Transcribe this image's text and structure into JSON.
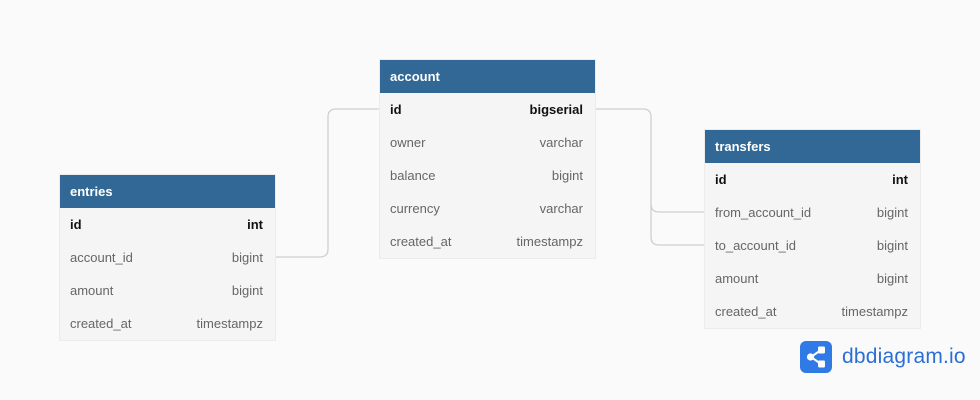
{
  "tables": [
    {
      "id": "entries",
      "title": "entries",
      "fields": [
        {
          "name": "id",
          "type": "int",
          "pk": true
        },
        {
          "name": "account_id",
          "type": "bigint",
          "pk": false
        },
        {
          "name": "amount",
          "type": "bigint",
          "pk": false
        },
        {
          "name": "created_at",
          "type": "timestampz",
          "pk": false
        }
      ]
    },
    {
      "id": "account",
      "title": "account",
      "fields": [
        {
          "name": "id",
          "type": "bigserial",
          "pk": true
        },
        {
          "name": "owner",
          "type": "varchar",
          "pk": false
        },
        {
          "name": "balance",
          "type": "bigint",
          "pk": false
        },
        {
          "name": "currency",
          "type": "varchar",
          "pk": false
        },
        {
          "name": "created_at",
          "type": "timestampz",
          "pk": false
        }
      ]
    },
    {
      "id": "transfers",
      "title": "transfers",
      "fields": [
        {
          "name": "id",
          "type": "int",
          "pk": true
        },
        {
          "name": "from_account_id",
          "type": "bigint",
          "pk": false
        },
        {
          "name": "to_account_id",
          "type": "bigint",
          "pk": false
        },
        {
          "name": "amount",
          "type": "bigint",
          "pk": false
        },
        {
          "name": "created_at",
          "type": "timestampz",
          "pk": false
        }
      ]
    }
  ],
  "relationships": [
    {
      "from": "entries.account_id",
      "to": "account.id"
    },
    {
      "from": "account.id",
      "to": "transfers.from_account_id"
    },
    {
      "from": "account.id",
      "to": "transfers.to_account_id"
    }
  ],
  "logo": {
    "text": "dbdiagram.io",
    "icon": "share-nodes-icon"
  },
  "colors": {
    "header": "#316896",
    "logo": "#2f7ae5",
    "connector": "#cfcfcf"
  }
}
